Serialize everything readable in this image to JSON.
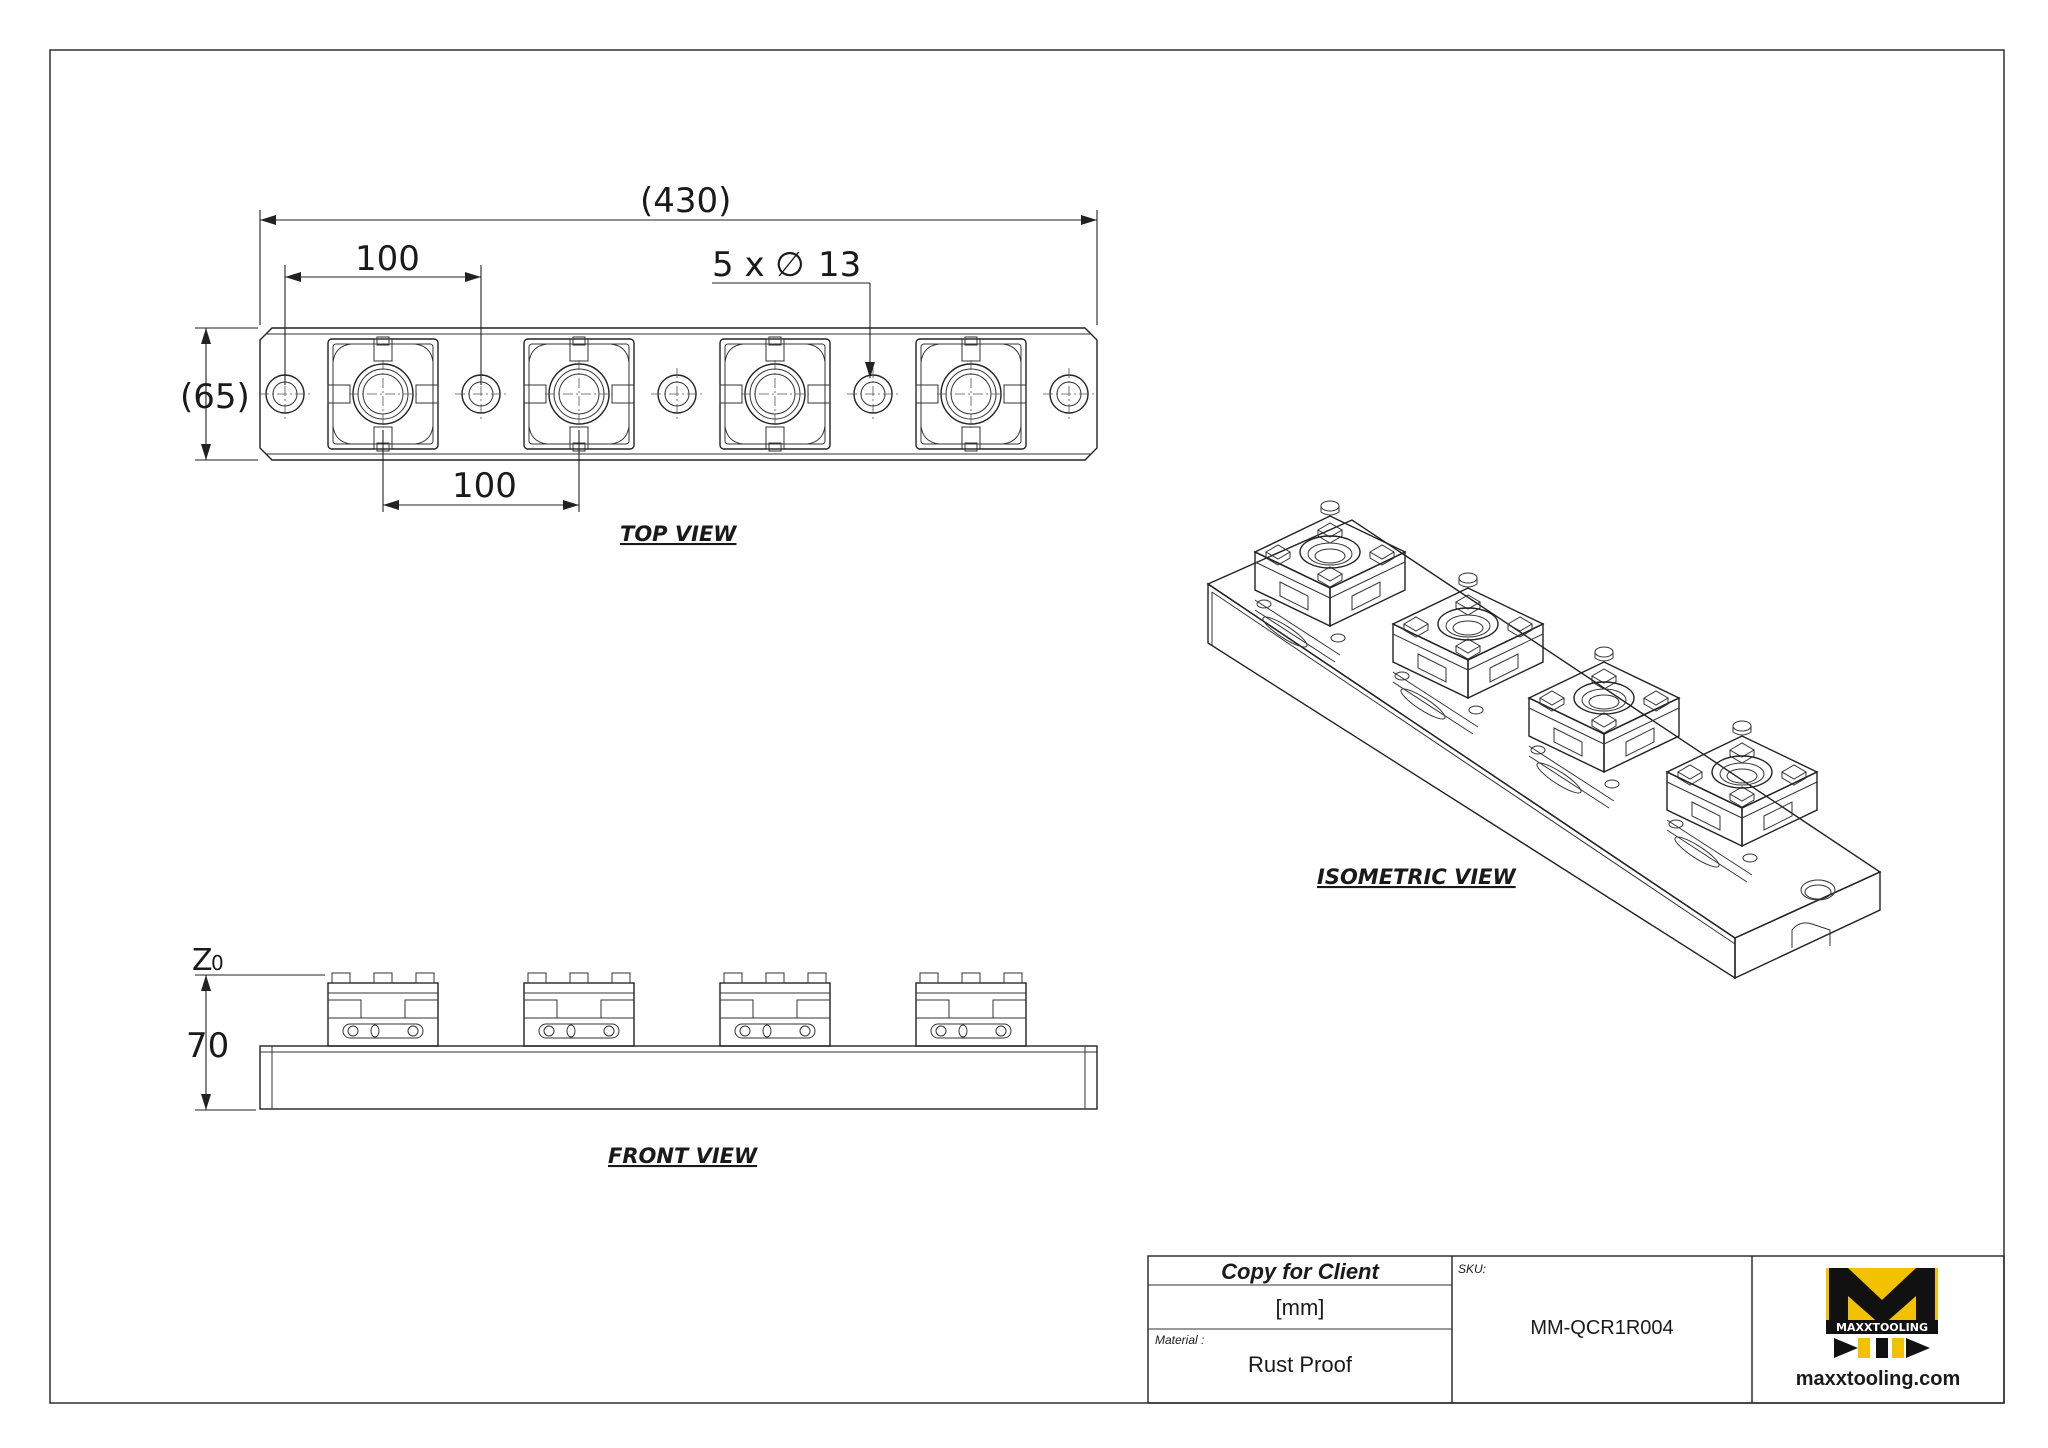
{
  "dimensions": {
    "overall_length": "(430)",
    "pitch_top": "100",
    "pitch_bottom": "100",
    "holes": "5 x",
    "hole_diameter_symbol": "∅",
    "hole_diameter": "13",
    "height_ref": "(65)",
    "z_label": "Z",
    "z_sub": "0",
    "front_height": "70"
  },
  "views": {
    "top": "TOP VIEW",
    "front": "FRONT VIEW",
    "isometric": "ISOMETRIC VIEW"
  },
  "title_block": {
    "copy": "Copy for Client",
    "units": "[mm]",
    "material_label": "Material :",
    "material": "Rust Proof",
    "sku_label": "SKU:",
    "sku": "MM-QCR1R004",
    "brand": "MAXXTOOLING",
    "website": "maxxtooling.com"
  },
  "colors": {
    "logo_yellow": "#f2c100",
    "ink": "#1a1a1a"
  }
}
